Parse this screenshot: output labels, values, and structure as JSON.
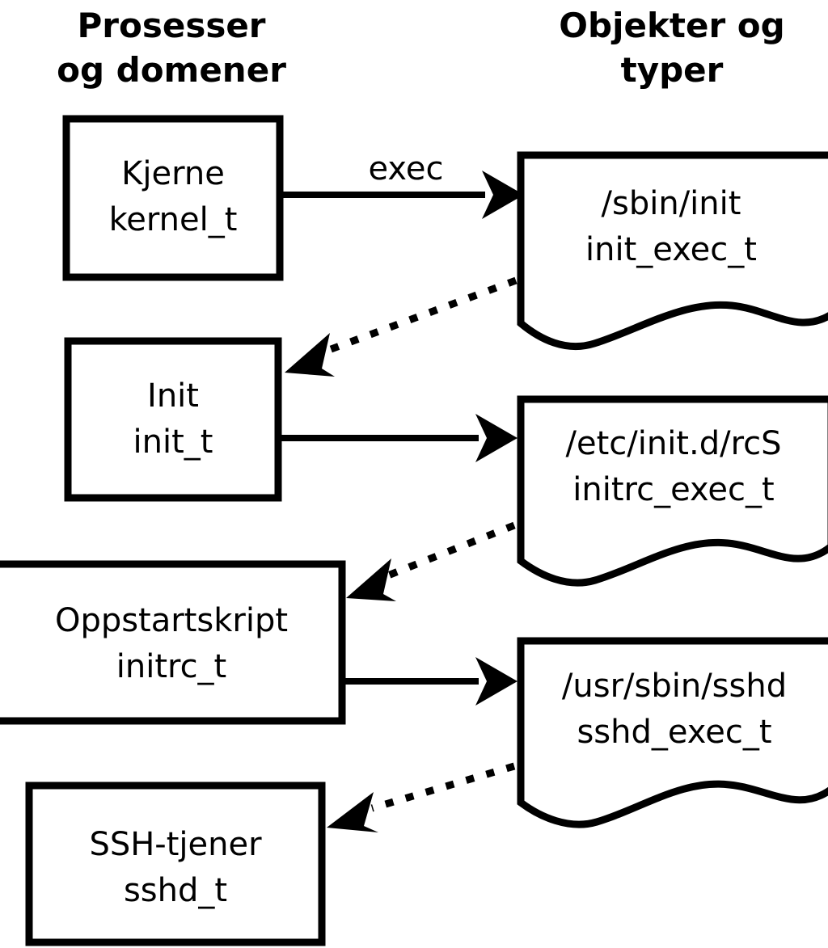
{
  "diagram": {
    "title_left": "Prosesser\nog domener",
    "title_right": "Objekter og\ntyper",
    "columns": {
      "left": {
        "line1": "Prosesser",
        "line2": "og domener"
      },
      "right": {
        "line1": "Objekter og",
        "line2": "typer"
      }
    },
    "processes": [
      {
        "name": "Kjerne",
        "type": "kernel_t"
      },
      {
        "name": "Init",
        "type": "init_t"
      },
      {
        "name": "Oppstartskript",
        "type": "initrc_t"
      },
      {
        "name": "SSH-tjener",
        "type": "sshd_t"
      }
    ],
    "objects": [
      {
        "path": "/sbin/init",
        "type": "init_exec_t"
      },
      {
        "path": "/etc/init.d/rcS",
        "type": "initrc_exec_t"
      },
      {
        "path": "/usr/sbin/sshd",
        "type": "sshd_exec_t"
      }
    ],
    "edges": [
      {
        "from": "Kjerne",
        "to": "/sbin/init",
        "label": "exec",
        "style": "solid"
      },
      {
        "from": "/sbin/init",
        "to": "Init",
        "label": "",
        "style": "dotted"
      },
      {
        "from": "Init",
        "to": "/etc/init.d/rcS",
        "label": "",
        "style": "solid"
      },
      {
        "from": "/etc/init.d/rcS",
        "to": "Oppstartskript",
        "label": "",
        "style": "dotted"
      },
      {
        "from": "Oppstartskript",
        "to": "/usr/sbin/sshd",
        "label": "",
        "style": "solid"
      },
      {
        "from": "/usr/sbin/sshd",
        "to": "SSH-tjener",
        "label": "",
        "style": "dotted"
      }
    ],
    "colors": {
      "stroke": "#000000",
      "fill": "#ffffff",
      "background": "#ffffff"
    }
  }
}
